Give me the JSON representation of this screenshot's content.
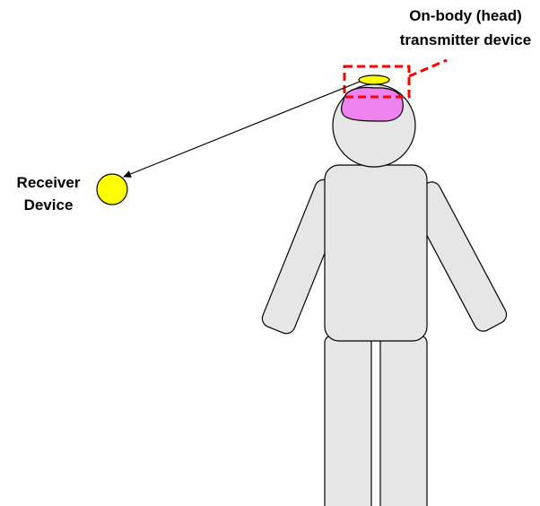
{
  "labels": {
    "transmitter_line1": "On-body (head)",
    "transmitter_line2": "transmitter device",
    "receiver_line1": "Receiver",
    "receiver_line2": "Device"
  },
  "colors": {
    "background": "#ffffff",
    "body_fill": "#e6e6e6",
    "body_stroke": "#000000",
    "brain_fill": "#ee82ee",
    "device_fill": "#ffff00",
    "highlight_box": "#ff0000",
    "link_arrow": "#000000"
  },
  "icons": {
    "transmitter": "ellipse-device-icon",
    "receiver": "circle-device-icon",
    "link": "arrow-icon"
  }
}
